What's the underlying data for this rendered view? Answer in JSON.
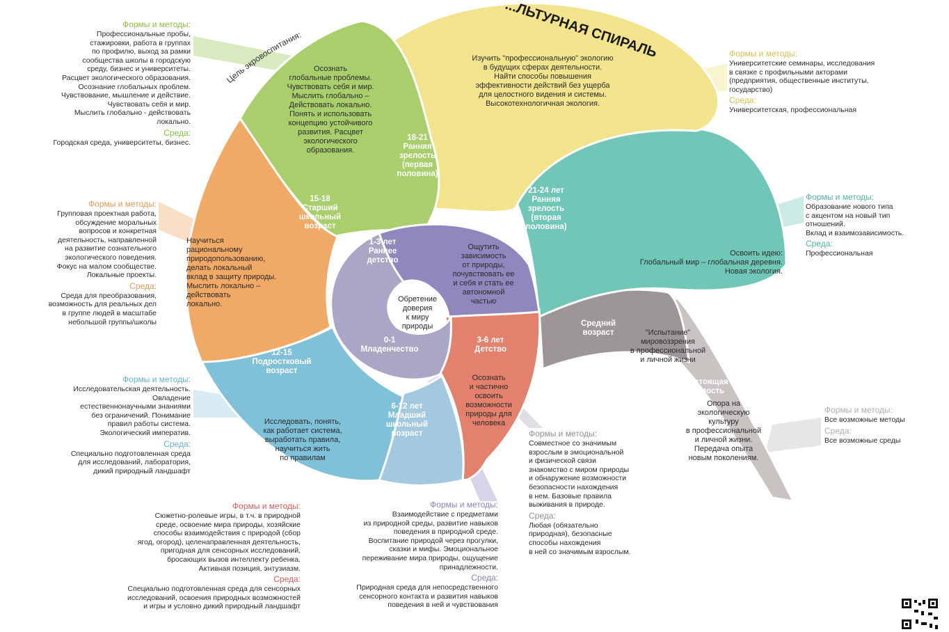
{
  "header": {
    "title": "...ЛЬТУРНАЯ СПИРАЛЬ",
    "goal_arc": "Цель экровоспитания:"
  },
  "colors": {
    "infancy": "#a8a6c4",
    "early_childhood": "#8e86bd",
    "childhood": "#e2806b",
    "junior_school": "#9fc6de",
    "teen": "#7bbfd8",
    "preteen": "#f0a865",
    "senior_school": "#a8cf6c",
    "early_maturity_1": "#f1e48c",
    "early_maturity_2": "#6fc6b7",
    "middle_age": "#9b9598",
    "true_maturity": "#c8c3c1"
  },
  "stages": {
    "s01": {
      "age": "0-1\nМладенчество",
      "goal": "Обретение\nдоверия\nк миру\nприроды"
    },
    "s13": {
      "age": "1-3 лет\nРаннее\nдетство",
      "goal": "Ощутить\nзависимость\nот природы,\nпочувствовать ее\nи себя и стать ее\nавтономной\nчастью"
    },
    "s36": {
      "age": "3-6 лет\nДетство",
      "goal": "Осознать\nи частично\nосвоить\nвозможности\nприроды для\nчеловека"
    },
    "s612": {
      "age": "6-12 лет\nМладший\nшкольный\nвозраст",
      "goal": "Исследовать, понять,\nкак работает система,\nвыработать правила,\nнаучиться жить\nпо правилам"
    },
    "s1215": {
      "age": "12-15\nПодростковый\nвозраст",
      "goal": "Научиться\nрациональному\nприродопользованию,\nделать локальный\nвклад в защиту природы.\nМыслить локально –\nдействовать\nлокально."
    },
    "s1518": {
      "age": "15-18\nСтарший\nшкольный\nвозраст",
      "goal": "Осознать\nглобальные проблемы.\nЧувствовать себя и мир.\nМыслить глобально –\nДействовать локально.\nПонять и использовать\nконцепцию устойчивого\nразвития. Расцвет\nэкологического\nобразования."
    },
    "s1821": {
      "age": "18-21\nРанняя\nзрелость\n(первая\nполовина)",
      "goal": "Изучить \"профессиональную\" экологию\nв будущих сферах деятельности.\nНайти способы повышения\nэффективности действий без ущерба\nдля целостного видения и системы.\nВысокотехнологичная экология."
    },
    "s2124": {
      "age": "21-24 лет\nРанняя\nзрелость\n(вторая\nполовина)",
      "goal": "Освоить идею:\nГлобальный мир – глобальная деревня.\nНовая экология."
    },
    "middle": {
      "age": "Средний\nвозраст",
      "goal": "\"Испытание\"\nмировоззрения\nв профессиональной\nи личной жизни"
    },
    "true": {
      "age": "\"Настоящая\"\nзрелость",
      "goal": "Опора на\nэкологическую\nкультуру\nв профессиональной\nи личной жизни.\nПередача опыта\nновым поколениям."
    }
  },
  "boxes": {
    "senior": {
      "methods_title": "Формы и методы:",
      "methods": "Профессиональные пробы,\nстажировки, работа в группах\nпо профилю, выход за рамки\nсообщества школы в городскую\nсреду, бизнес и университеты.\nРасцвет экологического образования.\nОсознание глобальных проблем.\nЧувствование, мышление и действие.\nЧувствовать себя и мир.\nМыслить глобально - действовать\nлокально.",
      "env_title": "Среда:",
      "env": "Городская среда, университеты, бизнес."
    },
    "university": {
      "methods_title": "Формы и методы:",
      "methods": "Университетские семинары, исследования\nв связке с профильными акторами\n(предприятия, общественные институты,\nгосударство)",
      "env_title": "Среда:",
      "env": "Университетская, профессиональная"
    },
    "teen": {
      "methods_title": "Формы и методы:",
      "methods": "Групповая проектная работа,\nобсуждение моральных\nвопросов и конкретная\nдеятельность, направленной\nна развитие сознательного\nэкологического поведения.\nФокус на малом сообществе.\nЛокальные проекты.",
      "env_title": "Среда:",
      "env": "Среда для преобразования,\nвозможность для реальных дел\nв группе людей в масштабе\nнебольшой группы/школы"
    },
    "professional": {
      "methods_title": "Формы и методы:",
      "methods": "Образование нового типа\nс акцентом на новый тип\nотношений.\nВклад и взаимозависимость.",
      "env_title": "Среда:",
      "env": "Профессиональная"
    },
    "school": {
      "methods_title": "Формы и методы:",
      "methods": "Исследовательская деятельность.\nОвладение\nестественнонаучными знаниями\nбез ограничений. Понимание\nправил работы система.\nЭкологический императив.",
      "env_title": "Среда:",
      "env": "Специально подготовленная среда\nдля исследований, лаборатория,\nдикий природный ландшафт"
    },
    "all": {
      "methods_title": "Формы и методы:",
      "methods": "Все возможные методы",
      "env_title": "Среда:",
      "env": "Все возможные среды"
    },
    "infancy": {
      "methods_title": "Формы и методы:",
      "methods": "Совместное со значимым\nвзрослым в эмоциональной\nи физической связи\nзнакомство с миром природы\nи обнаружение возможности\nбезопасности нахождения\nв нем. Базовые правила\nвыживания в природе.",
      "env_title": "Среда:",
      "env": "Любая (обязательно\nприродная), безопасные\nспособы нахождения\nв ней со значимым взрослым."
    },
    "childhood": {
      "methods_title": "Формы и методы:",
      "methods": "Сюжетно-ролевые игры, в т.ч. в природной\nсреде, освоение мира природы, хозяйские\nспособы взаимодействия с природой (сбор\nягод, огород), целенаправленная деятельность,\nпригодная для сенсорных исследований,\nбросающих вызов интеллекту ребенка.\nАктивная позиция, энтузиазм.",
      "env_title": "Среда:",
      "env": "Специально подготовленная среда для сенсорных\nисследований, освоения природных возможностей\nи игры и условно дикий природный ландшафт"
    },
    "early": {
      "methods_title": "Формы и методы:",
      "methods": "Взаимодействие с предметами\nиз природной среды, развитие навыков\nповедения в природной среде.\nВоспитание природой через прогулки,\nсказки и мифы. Эмоциональное\nпереживание мира природы, ощущение\nпринадлежности.",
      "env_title": "Среда:",
      "env": "Природная среда для непосредственного\nсенсорного контакта и развития навыков\nповедения в ней и чувствования"
    }
  }
}
